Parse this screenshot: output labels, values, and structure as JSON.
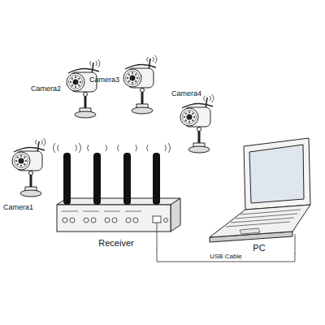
{
  "diagram": {
    "nodes": [
      {
        "text": [
          "Camera2"
        ]
      },
      {
        "text": [
          "Camera3"
        ]
      },
      {
        "text": [
          "Camera4"
        ]
      },
      {
        "text": [
          "Camera1"
        ]
      },
      {
        "text": [
          "Receiver"
        ]
      },
      {
        "text": [
          "PC"
        ]
      }
    ],
    "edges": [
      {
        "from": 4,
        "to": 5,
        "label": "USB Cable",
        "arrow": "none"
      }
    ]
  }
}
